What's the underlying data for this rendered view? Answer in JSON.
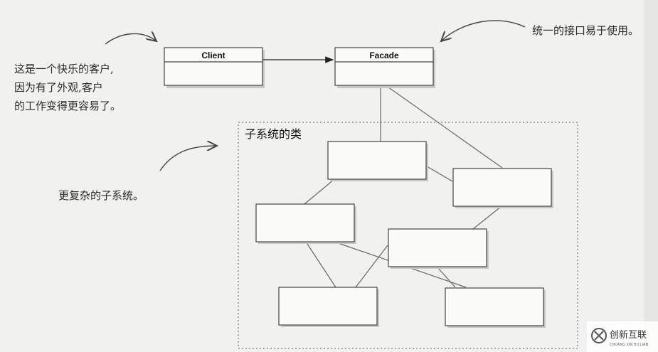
{
  "annotations": {
    "client_note": [
      "这是一个快乐的客户,",
      "因为有了外观,客户",
      "的工作变得更容易了。"
    ],
    "facade_note": "统一的接口易于使用。",
    "subsystem_note": "更复杂的子系统。"
  },
  "classes": {
    "client": "Client",
    "facade": "Facade"
  },
  "subsystem": {
    "title": "子系统的类"
  },
  "logo": {
    "text": "创新互联",
    "subtext": "CHUANG XIN HU LIAN"
  }
}
